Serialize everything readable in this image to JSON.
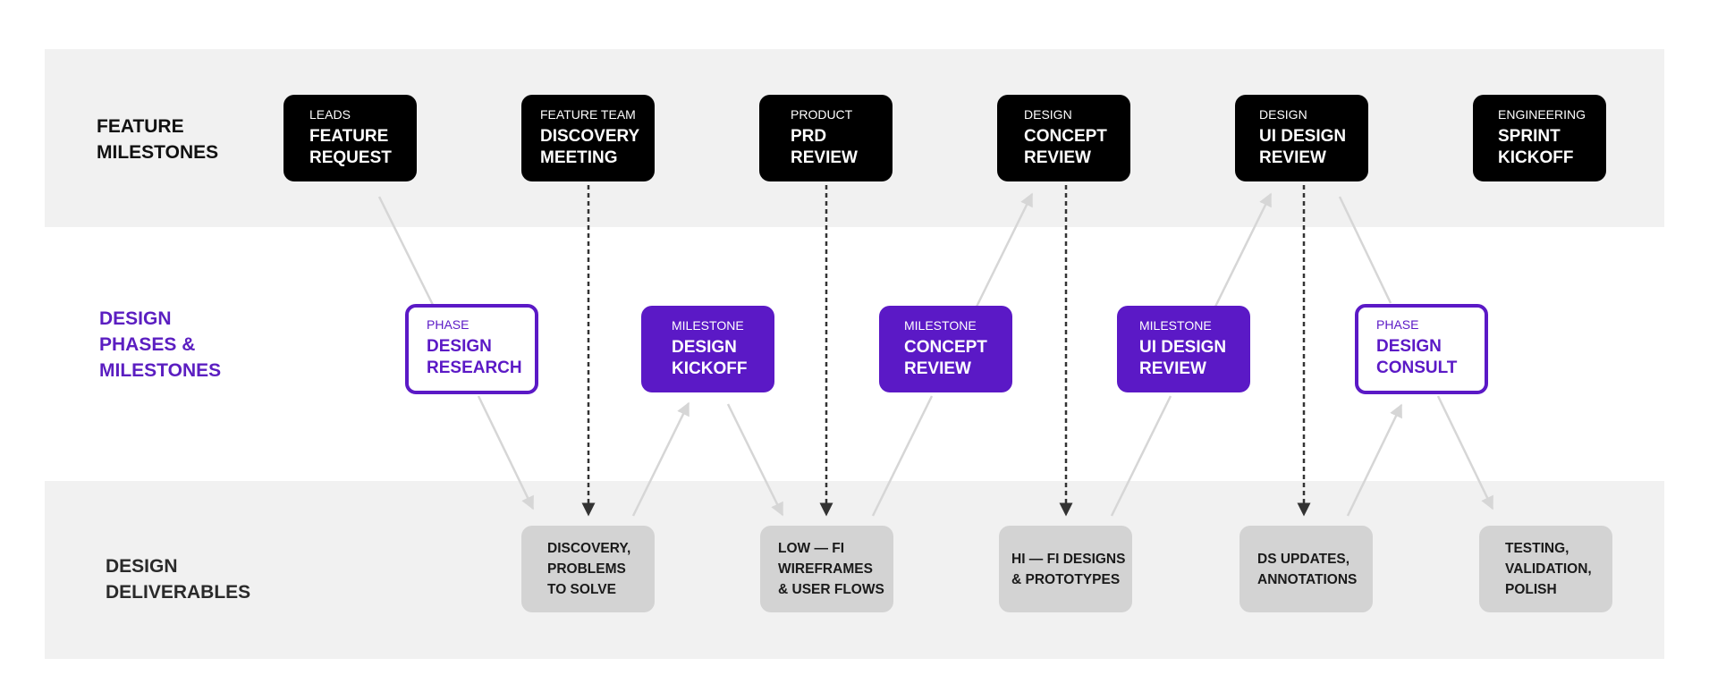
{
  "rows": {
    "feature_milestones": [
      "FEATURE",
      "MILESTONES"
    ],
    "design_phases": [
      "DESIGN",
      "PHASES &",
      "MILESTONES"
    ],
    "design_deliverables": [
      "DESIGN",
      "DELIVERABLES"
    ]
  },
  "feature_milestones": [
    {
      "owner": "LEADS",
      "title": [
        "FEATURE",
        "REQUEST"
      ]
    },
    {
      "owner": "FEATURE TEAM",
      "title": [
        "DISCOVERY",
        "MEETING"
      ]
    },
    {
      "owner": "PRODUCT",
      "title": [
        "PRD",
        "REVIEW"
      ]
    },
    {
      "owner": "DESIGN",
      "title": [
        "CONCEPT",
        "REVIEW"
      ]
    },
    {
      "owner": "DESIGN",
      "title": [
        "UI DESIGN",
        "REVIEW"
      ]
    },
    {
      "owner": "ENGINEERING",
      "title": [
        "SPRINT",
        "KICKOFF"
      ]
    }
  ],
  "design_items": [
    {
      "kind": "PHASE",
      "title": [
        "DESIGN",
        "RESEARCH"
      ]
    },
    {
      "kind": "MILESTONE",
      "title": [
        "DESIGN",
        "KICKOFF"
      ]
    },
    {
      "kind": "MILESTONE",
      "title": [
        "CONCEPT",
        "REVIEW"
      ]
    },
    {
      "kind": "MILESTONE",
      "title": [
        "UI DESIGN",
        "REVIEW"
      ]
    },
    {
      "kind": "PHASE",
      "title": [
        "DESIGN",
        "CONSULT"
      ]
    }
  ],
  "deliverables": [
    [
      "DISCOVERY,",
      "PROBLEMS",
      "TO SOLVE"
    ],
    [
      "LOW — FI",
      "WIREFRAMES",
      "& USER FLOWS"
    ],
    [
      "HI — FI DESIGNS",
      "& PROTOTYPES"
    ],
    [
      "DS UPDATES,",
      "ANNOTATIONS"
    ],
    [
      "TESTING,",
      "VALIDATION,",
      "POLISH"
    ]
  ],
  "colors": {
    "band": "#f1f1f1",
    "milestone": "#000000",
    "design_purple": "#5b19c6",
    "deliverable": "#d3d3d3",
    "solid_connector": "#d6d6d6",
    "dashed_connector": "#333333"
  }
}
